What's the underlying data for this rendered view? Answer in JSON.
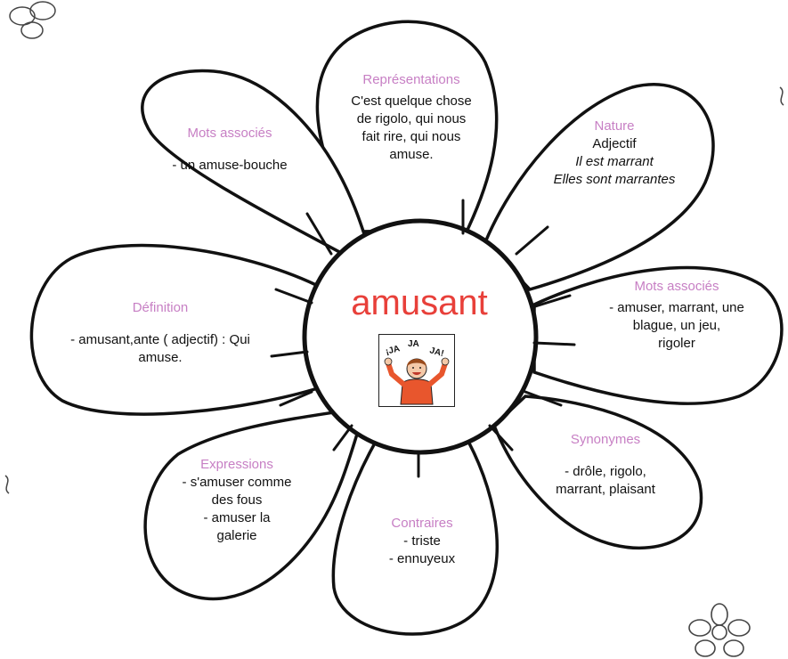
{
  "center": {
    "word": "amusant",
    "pictogram": "laughing-child-pictogram",
    "pictogram_text": [
      "¡JA",
      "JA",
      "JA!"
    ]
  },
  "colors": {
    "center_word": "#e8403a",
    "petal_title": "#c77fc4",
    "outline": "#111111",
    "text": "#111111"
  },
  "petals": {
    "representations": {
      "title": "Représentations",
      "lines": [
        "C'est quelque chose",
        "de rigolo, qui nous",
        "fait rire, qui nous",
        "amuse."
      ]
    },
    "nature": {
      "title": "Nature",
      "lines": [
        "Adjectif",
        "Il est marrant",
        "Elles sont marrantes"
      ]
    },
    "mots_associes_right": {
      "title": "Mots associés",
      "lines": [
        "- amuser, marrant, une",
        "blague, un jeu,",
        "rigoler"
      ]
    },
    "synonymes": {
      "title": "Synonymes",
      "lines": [
        "- drôle, rigolo,",
        "marrant, plaisant"
      ]
    },
    "contraires": {
      "title": "Contraires",
      "lines": [
        "- triste",
        "- ennuyeux"
      ]
    },
    "expressions": {
      "title": "Expressions",
      "lines": [
        "- s'amuser comme",
        "des fous",
        "- amuser la",
        "galerie"
      ]
    },
    "definition": {
      "title": "Définition",
      "lines": [
        "- amusant,ante ( adjectif) : Qui",
        "amuse."
      ]
    },
    "mots_associes_left": {
      "title": "Mots associés",
      "lines": [
        "- un amuse-bouche"
      ]
    }
  },
  "decorations": [
    "flower-doodle-top-left",
    "flower-doodle-bottom-right",
    "squiggle-right",
    "squiggle-left"
  ]
}
